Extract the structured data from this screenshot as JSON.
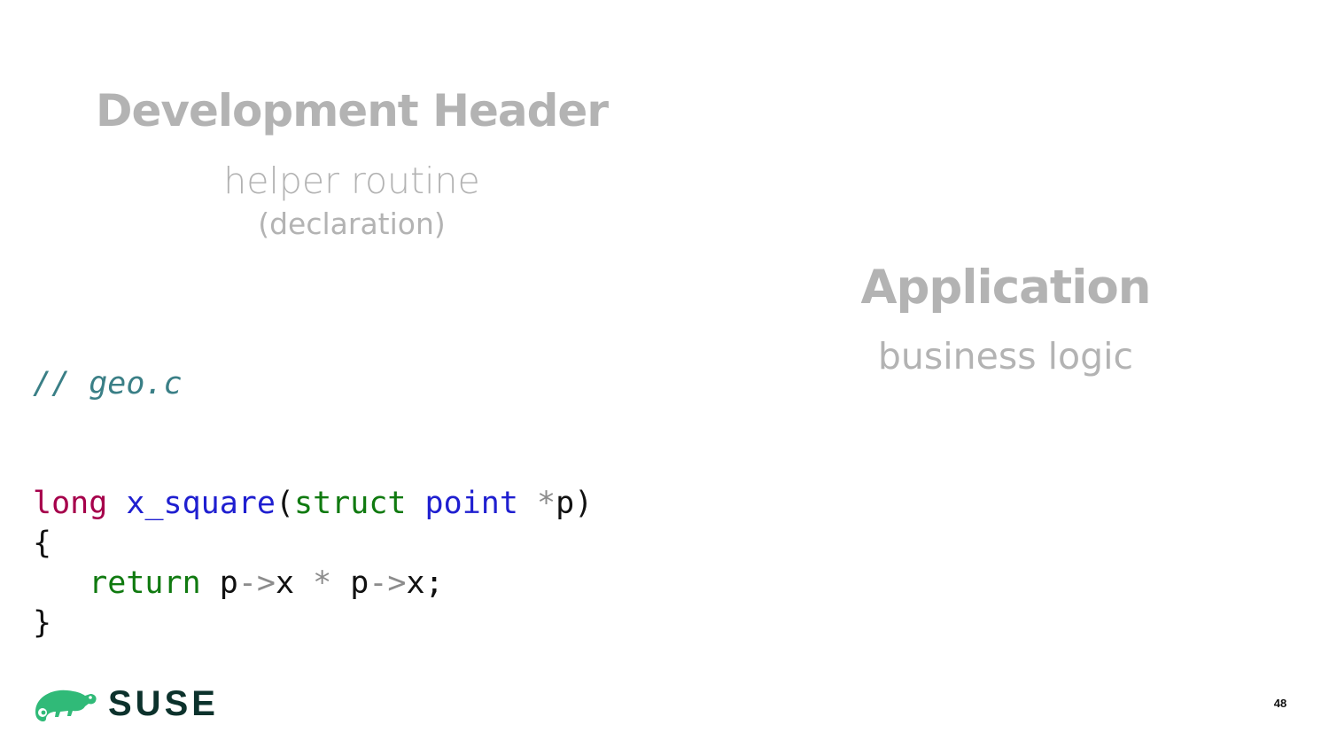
{
  "left_block": {
    "title": "Development Header",
    "subtitle": "helper routine",
    "note": "(declaration)"
  },
  "right_block": {
    "title": "Application",
    "subtitle": "business logic"
  },
  "code": {
    "comment": "// geo.c",
    "line1": {
      "type": "long",
      "func": "x_square",
      "paren_open": "(",
      "struct_kw": "struct",
      "struct_name": "point",
      "star": "*",
      "param": "p)"
    },
    "line2": "{",
    "line3": {
      "indent": "   ",
      "keyword": "return",
      "p1": " p",
      "arrow1": "->",
      "x1": "x ",
      "mul": "*",
      "p2": " p",
      "arrow2": "->",
      "x2": "x;"
    },
    "line4": "}"
  },
  "footer": {
    "logo_text": "SUSE",
    "logo_color": "#0c322c",
    "logo_mark_color": "#30ba78",
    "page_number": "48"
  }
}
